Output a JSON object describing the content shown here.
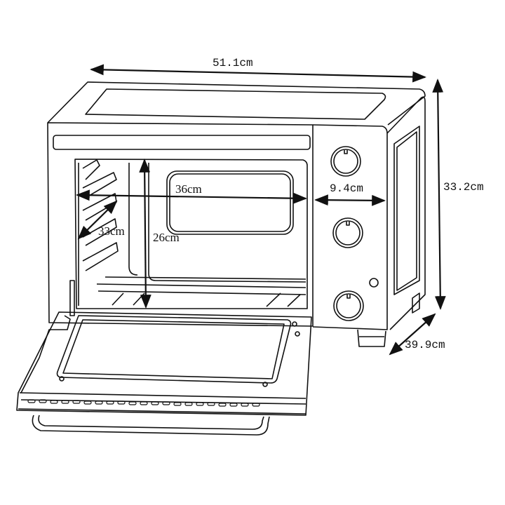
{
  "diagram": {
    "subject": "Countertop toaster oven with open door",
    "style": "black line drawing on white",
    "colors": {
      "line": "#111111",
      "background": "#ffffff"
    },
    "dimensions": {
      "overall_width": "51.1cm",
      "overall_height": "33.2cm",
      "overall_depth": "39.9cm",
      "control_panel_width": "9.4cm",
      "interior_width": "36cm",
      "interior_depth": "33cm",
      "interior_height": "26cm"
    },
    "components": {
      "knobs": [
        "knob-top",
        "knob-middle",
        "knob-bottom"
      ],
      "indicator_light": "indicator-light",
      "door": "open drop-down door with glass window and handle",
      "racks": "side rack rails",
      "feet": "front and rear feet"
    }
  }
}
